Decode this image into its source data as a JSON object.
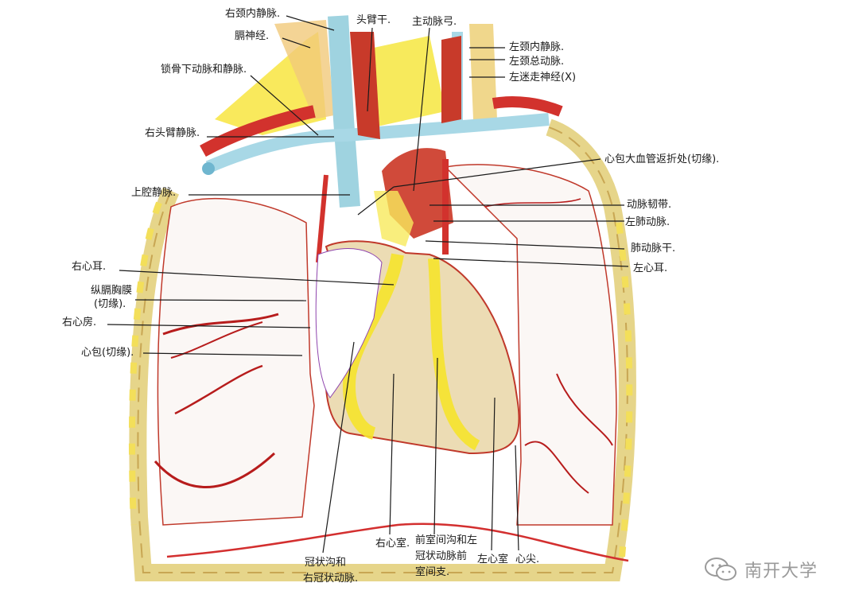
{
  "figure": {
    "subject": "heart and mediastinum anterior view (hand-drawn)",
    "colors": {
      "artery": "#d2322d",
      "vein": "#9fd3e0",
      "nerve": "#f6e32b",
      "heart_fill": "#ecdcb4",
      "lung_outline": "#c0392b",
      "rib_yellow": "#f3df5a",
      "rib_cream": "#f1ebc8",
      "paper": "#ffffff"
    }
  },
  "labels": {
    "right_internal_jugular_vein": "右颈内静脉.",
    "phrenic_nerve": "膈神经.",
    "subclavian_artery_vein": "锁骨下动脉和静脉.",
    "brachiocephalic_trunk": "头臂干.",
    "aortic_arch": "主动脉弓.",
    "left_internal_jugular_vein": "左颈内静脉.",
    "left_common_carotid_artery": "左颈总动脉.",
    "left_vagus_nerve": "左迷走神经(X)",
    "right_brachiocephalic_vein": "右头臂静脉.",
    "pericardial_reflection": "心包大血管返折处(切缘).",
    "superior_vena_cava": "上腔静脉.",
    "ligamentum_arteriosum": "动脉韧带.",
    "left_pulmonary_artery": "左肺动脉.",
    "pulmonary_trunk": "肺动脉干.",
    "left_auricle": "左心耳.",
    "right_auricle": "右心耳.",
    "mediastinal_pleura_line1": "纵膈胸膜",
    "mediastinal_pleura_line2": "(切缘).",
    "right_atrium": "右心房.",
    "pericardium": "心包(切缘).",
    "coronary_sulcus_line1": "冠状沟和",
    "coronary_sulcus_line2": "右冠状动脉.",
    "right_ventricle": "右心室.",
    "anterior_interventricular_line1": "前室间沟和左",
    "anterior_interventricular_line2": "冠状动脉前",
    "anterior_interventricular_line3": "室间支.",
    "left_ventricle": "左心室",
    "apex": "心尖."
  },
  "watermark": {
    "icon": "wechat-icon",
    "text": "南开大学"
  }
}
